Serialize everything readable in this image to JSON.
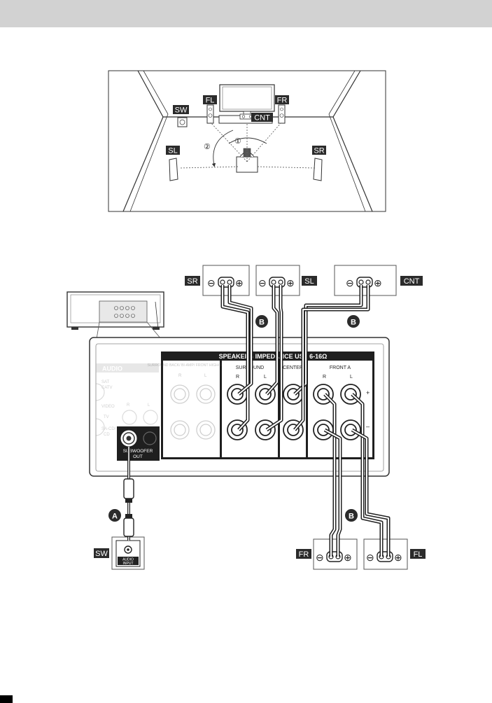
{
  "room_diagram": {
    "labels": {
      "front_left": "FL",
      "front_right": "FR",
      "center": "CNT",
      "subwoofer": "SW",
      "surround_left": "SL",
      "surround_right": "SR"
    },
    "angles": {
      "angle_1": "①",
      "angle_2": "②"
    }
  },
  "connection_diagram": {
    "panel": {
      "audio_label": "AUDIO",
      "speakers_header": "SPEAKERS  IMPEDANCE USE 6-16Ω",
      "surround_back_label": "SURROUND BACK/ BI-AMP/ FRONT HIGH/ FRONT B",
      "surround_label": "SURROUND",
      "center_label": "CENTER",
      "front_a_label": "FRONT A",
      "r": "R",
      "l": "L",
      "plus": "+",
      "minus": "–",
      "subwoofer_out": "SUBWOOFER",
      "subwoofer_out_2": "OUT",
      "faded_sat": "SAT",
      "faded_catv": "CATV",
      "faded_video": "VIDEO",
      "faded_tv": "TV",
      "faded_sacd": "SA-CD/",
      "faded_cd": "CD"
    },
    "cables": {
      "cable_a": "A",
      "cable_b": "B"
    },
    "speakers": {
      "surround_right": "SR",
      "surround_left": "SL",
      "center": "CNT",
      "subwoofer": "SW",
      "front_right": "FR",
      "front_left": "FL"
    },
    "subwoofer_input": {
      "line1": "AUDIO",
      "line2": "INPUT"
    },
    "terminal_minus": "⊖",
    "terminal_plus": "⊕"
  }
}
